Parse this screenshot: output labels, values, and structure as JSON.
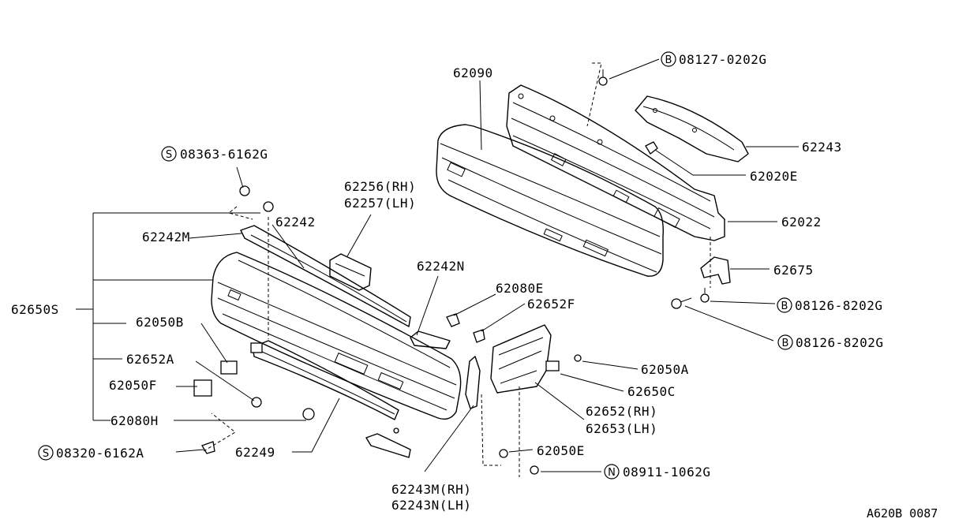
{
  "diagram": {
    "ref_code": "A620B 0087",
    "labels": [
      {
        "id": "p62090",
        "text": "62090"
      },
      {
        "id": "b0812702",
        "circle": "B",
        "text": "08127-0202G"
      },
      {
        "id": "p62243",
        "text": "62243"
      },
      {
        "id": "p62020E",
        "text": "62020E"
      },
      {
        "id": "p62022",
        "text": "62022"
      },
      {
        "id": "p62675",
        "text": "62675"
      },
      {
        "id": "b08126a",
        "circle": "B",
        "text": "08126-8202G"
      },
      {
        "id": "b08126b",
        "circle": "B",
        "text": "08126-8202G"
      },
      {
        "id": "p62050A",
        "text": "62050A"
      },
      {
        "id": "p62650C",
        "text": "62650C"
      },
      {
        "id": "p62652RH",
        "text": "62652(RH)"
      },
      {
        "id": "p62653LH",
        "text": "62653(LH)"
      },
      {
        "id": "p62050E",
        "text": "62050E"
      },
      {
        "id": "n08911",
        "circle": "N",
        "text": "08911-1062G"
      },
      {
        "id": "p62243M",
        "text": "62243M(RH)"
      },
      {
        "id": "p62243N",
        "text": "62243N(LH)"
      },
      {
        "id": "p62249",
        "text": "62249"
      },
      {
        "id": "s08320",
        "circle": "S",
        "text": "08320-6162A"
      },
      {
        "id": "p62080H",
        "text": "62080H"
      },
      {
        "id": "p62050F",
        "text": "62050F"
      },
      {
        "id": "p62652A",
        "text": "62652A"
      },
      {
        "id": "p62050B",
        "text": "62050B"
      },
      {
        "id": "p62650S",
        "text": "62650S"
      },
      {
        "id": "p62242M",
        "text": "62242M"
      },
      {
        "id": "p62242",
        "text": "62242"
      },
      {
        "id": "s08363",
        "circle": "S",
        "text": "08363-6162G"
      },
      {
        "id": "p62256",
        "text": "62256(RH)"
      },
      {
        "id": "p62257",
        "text": "62257(LH)"
      },
      {
        "id": "p62242N",
        "text": "62242N"
      },
      {
        "id": "p62080E",
        "text": "62080E"
      },
      {
        "id": "p62652F",
        "text": "62652F"
      }
    ]
  }
}
